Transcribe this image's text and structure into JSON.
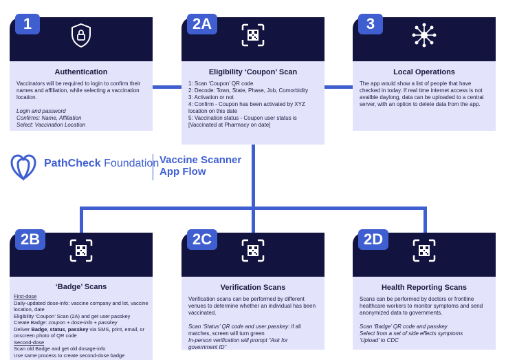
{
  "brand": {
    "name_bold": "PathCheck",
    "name_regular": " Foundation",
    "app_title_line1": "Vaccine Scanner",
    "app_title_line2": "App Flow"
  },
  "colors": {
    "navy": "#13133f",
    "accent": "#3f5fd1",
    "card_bg": "#e3e3fb"
  },
  "cards": {
    "auth": {
      "badge": "1",
      "icon": "shield-lock-icon",
      "title": "Authentication",
      "desc": "Vaccinators will be required to login to confirm their names and affiliation, while selecting a vaccination location.",
      "lines": [
        "Login and password",
        "Confirms: Name, Affiliation",
        "Select: Vaccination Location"
      ]
    },
    "coupon": {
      "badge": "2A",
      "icon": "qr-scan-icon",
      "title": "Eligibility ‘Coupon’ Scan",
      "lines": [
        "1: Scan ‘Coupon’ QR code",
        "2: Decode: Town, State, Phase, Job, Comorbidity",
        "3: Activation or not",
        "4: Confirm - Coupon has been activated by XYZ location on this date",
        "5: Vaccination status - Coupon user status is [Vaccinated at Pharmacy on date]"
      ]
    },
    "local": {
      "badge": "3",
      "icon": "network-hub-icon",
      "title": "Local Operations",
      "desc": "The app would show a list of people that have checked in today. If real time internet access is not availble daylong, data can be uploaded to a central server, with an option to delete data from the app."
    },
    "badge_scan": {
      "badge": "2B",
      "icon": "qr-scan-icon",
      "title": "‘Badge’ Scans",
      "first_dose": "First-dose",
      "line1": "Daily-updated dose-info: vaccine company and lot, vaccine location, date",
      "line2": "Eligibility ‘Coupon’ Scan (2A) and get user passkey",
      "line3_prefix": "Create Badge: ",
      "line3_italic": "coupon + dose-info + passkey",
      "line4_pre": "Deliver ",
      "line4_b1": "Badge",
      "line4_sep1": ", ",
      "line4_b2": "status",
      "line4_sep2": ", ",
      "line4_b3": "passkey",
      "line4_post": " via SMS, print, email, or onscreen photo of QR code",
      "second_dose": "Second-dose",
      "line5": "Scan old Badge and get old dosage-info",
      "line6": "Use same process to create second-dose badge"
    },
    "verify": {
      "badge": "2C",
      "icon": "qr-scan-icon",
      "title": "Verification Scans",
      "desc": "Verification scans can be performed by different venues to determine whether an individual has been vaccinated.",
      "italic1_pre": "Scan ‘Status’ QR code and user passkey",
      "italic1_post": ": if all matches, screen will turn green",
      "italic2": "In-person verification will prompt “Ask for government ID”"
    },
    "health": {
      "badge": "2D",
      "icon": "qr-scan-icon",
      "title": "Health Reporting Scans",
      "desc": "Scans can be performed by doctors or frontline healthcare workers to monitor symptoms and send anonymized data to governments.",
      "lines": [
        "Scan ‘Badge’ QR code and passkey",
        "Select from a set of side effects symptoms",
        "‘Upload’ to CDC"
      ]
    }
  }
}
